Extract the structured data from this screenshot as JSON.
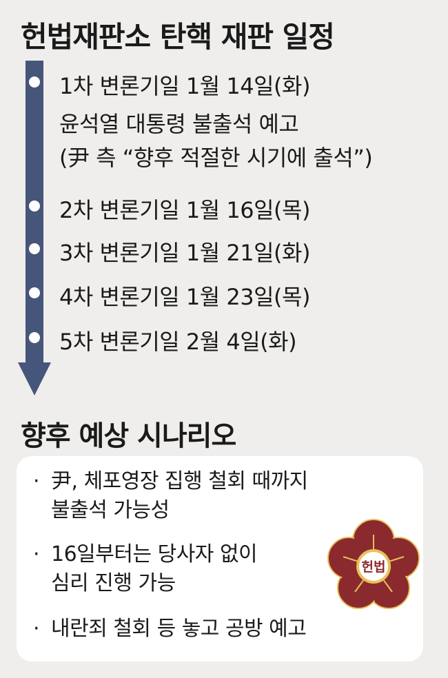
{
  "schedule": {
    "title": "헌법재판소 탄핵 재판 일정",
    "items": [
      {
        "line1": "1차 변론기일 1월 14일(화)",
        "line2": "윤석열 대통령 불출석 예고",
        "line3": "(尹 측 “향후 적절한 시기에 출석”)"
      },
      {
        "line1": "2차 변론기일 1월 16일(목)"
      },
      {
        "line1": "3차 변론기일 1월 21일(화)"
      },
      {
        "line1": "4차 변론기일 1월 23일(목)"
      },
      {
        "line1": "5차 변론기일 2월 4일(화)"
      }
    ]
  },
  "scenario": {
    "title": "향후 예상 시나리오",
    "bullet_mark": "·",
    "bullets": [
      {
        "line1": "尹, 체포영장 집행 철회 때까지",
        "line2": "불출석 가능성"
      },
      {
        "line1": "16일부터는 당사자 없이",
        "line2": "심리 진행 가능"
      },
      {
        "line1": "내란죄 철회 등 놓고 공방 예고"
      }
    ],
    "emblem_text": "헌법"
  },
  "colors": {
    "timeline": "#46567a",
    "emblem": "#8b2a2e",
    "emblem_gold": "#e8c15a"
  }
}
